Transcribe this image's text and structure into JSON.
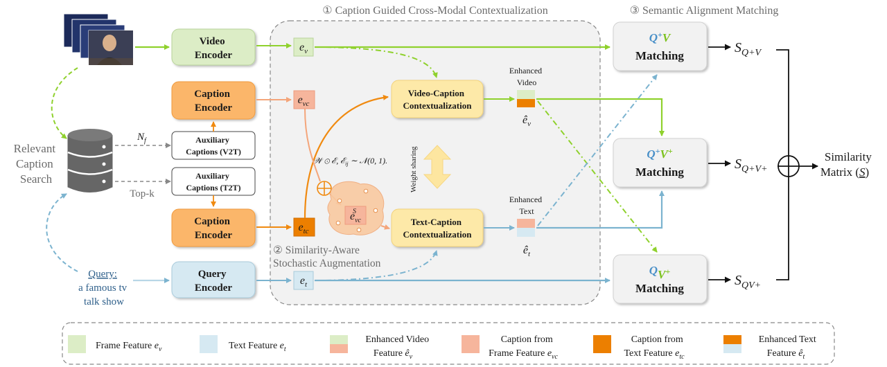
{
  "sections": {
    "contextualization": "① Caption Guided Cross-Modal Contextualization",
    "alignment": "③ Semantic Alignment Matching",
    "augmentation_line1": "② Similarity-Aware",
    "augmentation_line2": "Stochastic Augmentation"
  },
  "search": {
    "line1": "Relevant",
    "line2": "Caption",
    "line3": "Search",
    "nf": "N",
    "nf_sub": "f",
    "topk": "Top-k"
  },
  "encoders": {
    "video": [
      "Video",
      "Encoder"
    ],
    "caption_top": [
      "Caption",
      "Encoder"
    ],
    "caption_bottom": [
      "Caption",
      "Encoder"
    ],
    "query": [
      "Query",
      "Encoder"
    ]
  },
  "aux": {
    "v2t": [
      "Auxiliary",
      "Captions (V2T)"
    ],
    "t2t": [
      "Auxiliary",
      "Captions (T2T)"
    ]
  },
  "query_text": {
    "label": "Query:",
    "line1": "a famous tv",
    "line2": "talk show"
  },
  "features": {
    "ev": "e",
    "ev_sub": "v",
    "evc": "e",
    "evc_sub": "vc",
    "etc": "e",
    "etc_sub": "tc",
    "et": "e",
    "et_sub": "t",
    "evcs": "e",
    "evcs_sub": "vc",
    "evcs_sup": "S"
  },
  "contextualization_blocks": {
    "video_caption": [
      "Video-Caption",
      "Contextualization"
    ],
    "text_caption": [
      "Text-Caption",
      "Contextualization"
    ],
    "weight_sharing": "Weight sharing"
  },
  "formula": "𝒲 ⊙ ℰ,    ℰ",
  "formula_sub": "ij",
  "formula_rest": " ∼ 𝒩(0, 1).",
  "enhanced": {
    "video": [
      "Enhanced",
      "Video"
    ],
    "text": [
      "Enhanced",
      "Text"
    ],
    "ev_hat": "ê",
    "ev_hat_sub": "v",
    "et_hat": "ê",
    "et_hat_sub": "t"
  },
  "matching": {
    "qv": {
      "q": "Q",
      "qsup": "+",
      "v": "V",
      "vsup": "",
      "label": "Matching"
    },
    "qvv": {
      "q": "Q",
      "qsup": "+",
      "v": "V",
      "vsup": "+",
      "label": "Matching"
    },
    "qvplus": {
      "q": "Q",
      "qsup": "",
      "v": "V",
      "vsup": "+",
      "label": "Matching"
    }
  },
  "scores": {
    "s1": "S",
    "s1_sub": "Q+V",
    "s2": "S",
    "s2_sub": "Q+V+",
    "s3": "S",
    "s3_sub": "QV+"
  },
  "output": {
    "line1": "Similarity",
    "line2": "Matrix (",
    "sym": "S",
    "line2_end": ")"
  },
  "legend": [
    {
      "label1": "Frame Feature ",
      "sym": "e",
      "sub": "v",
      "hat": false
    },
    {
      "label1": "Text Feature ",
      "sym": "e",
      "sub": "t",
      "hat": false
    },
    {
      "label0": "Enhanced Video",
      "label1": "Feature ",
      "sym": "ê",
      "sub": "v",
      "hat": true
    },
    {
      "label0": "Caption from",
      "label1": "Frame Feature ",
      "sym": "e",
      "sub": "vc",
      "hat": false
    },
    {
      "label0": "Caption from",
      "label1": "Text Feature ",
      "sym": "e",
      "sub": "tc",
      "hat": false
    },
    {
      "label0": "Enhanced Text",
      "label1": "Feature ",
      "sym": "ê",
      "sub": "t",
      "hat": true
    }
  ],
  "colors": {
    "green": "#8fd12d",
    "green_fill": "#dcedc6",
    "orange": "#f08a10",
    "orange_fill": "#fbb66b",
    "orange_dark": "#ec7f00",
    "peach": "#f6b59c",
    "blue": "#7bb3cf",
    "blue_fill": "#d6e9f2",
    "yellow_fill": "#fde9a8",
    "gray_box": "#f2f2f2"
  }
}
